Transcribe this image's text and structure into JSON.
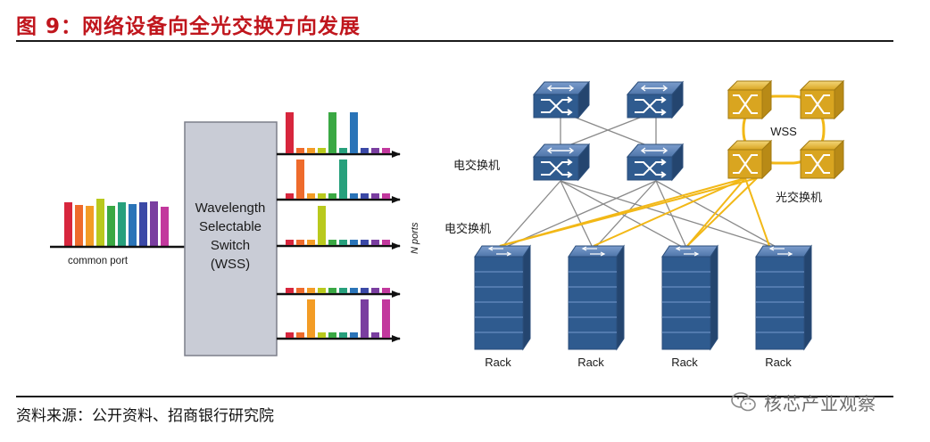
{
  "header": {
    "title": "图 9：网络设备向全光交换方向发展"
  },
  "wss_diagram": {
    "box_label_lines": [
      "Wavelength",
      "Selectable",
      "Switch",
      "(WSS)"
    ],
    "input_label": "common port",
    "ports_label": "N ports"
  },
  "network_diagram": {
    "electrical_switch_label_upper": "电交换机",
    "electrical_switch_label_lower": "电交换机",
    "optical_ring_label": "WSS",
    "optical_switch_label": "光交换机",
    "rack_labels": [
      "Rack",
      "Rack",
      "Rack",
      "Rack"
    ]
  },
  "footer": {
    "source": "资料来源：公开资料、招商银行研究院",
    "watermark": "核芯产业观察"
  },
  "colors": {
    "title_red": "#c0161d",
    "switch_blue": "#2f5b8f",
    "optical_gold": "#d9a520",
    "link_gray": "#8a8a8a",
    "link_yellow": "#f2b817",
    "wss_box": "#c9ccd6"
  }
}
